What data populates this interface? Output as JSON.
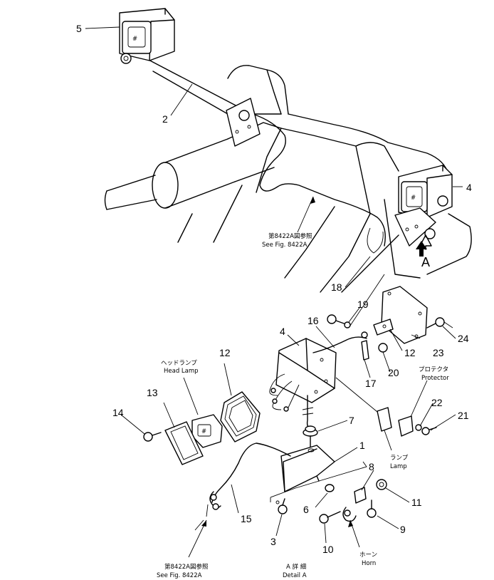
{
  "callouts": {
    "c1": "1",
    "c2": "2",
    "c3": "3",
    "c4_top": "4",
    "c4_detail": "4",
    "c5": "5",
    "c6": "6",
    "c7": "7",
    "c8": "8",
    "c9": "9",
    "c10": "10",
    "c11": "11",
    "c12_detail": "12",
    "c12_lamp": "12",
    "c13": "13",
    "c14": "14",
    "c15": "15",
    "c16": "16",
    "c17": "17",
    "c18": "18",
    "c19": "19",
    "c20": "20",
    "c21": "21",
    "c22": "22",
    "c23": "23",
    "c24": "24"
  },
  "view_marker": "A",
  "texts": {
    "see_fig_jp_top": "第8422A図参照",
    "see_fig_en_top": "See Fig. 8422A",
    "see_fig_jp_bottom": "第8422A図参照",
    "see_fig_en_bottom": "See Fig. 8422A",
    "head_lamp_jp": "ヘッドランプ",
    "head_lamp_en": "Head Lamp",
    "protector_jp": "プロテクタ",
    "protector_en": "Protector",
    "lamp_jp": "ランプ",
    "lamp_en": "Lamp",
    "horn_jp": "ホーン",
    "horn_en": "Horn",
    "detail_jp": "A 詳 細",
    "detail_en": "Detail A"
  }
}
